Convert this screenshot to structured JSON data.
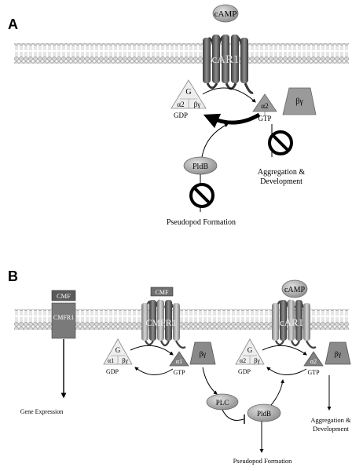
{
  "panel_a": {
    "letter": "A",
    "camp": "cAMP",
    "car1": "cAR1",
    "g": "G",
    "alpha2": "α2",
    "betagamma": "βγ",
    "gdp": "GDP",
    "gtp": "GTP",
    "alpha2_active": "α2",
    "betagamma_free": "βγ",
    "pldb": "PldB",
    "pseudopod": "Pseudopod Formation",
    "aggregation_1": "Aggregation &",
    "aggregation_2": "Development"
  },
  "panel_b": {
    "letter": "B",
    "cmf_left": "CMF",
    "cmfr1_left": "CMFR1",
    "cmf_mid": "CMF",
    "cmfr1_mid": "CMFR1",
    "gene_expression": "Gene Expression",
    "g1": "G",
    "alpha1": "α1",
    "betagamma1": "βγ",
    "gdp1": "GDP",
    "alpha1_active": "α1",
    "gtp1": "GTP",
    "betagamma1_free": "βγ",
    "camp": "cAMP",
    "car1": "cAR1",
    "g2": "G",
    "alpha2": "α2",
    "betagamma2": "βγ",
    "gdp2": "GDP",
    "alpha2_active": "α2",
    "gtp2": "GTP",
    "betagamma2_free": "βγ",
    "plc": "PLC",
    "pldb": "PldB",
    "pseudopod": "Pseudopod Formation",
    "aggregation_1": "Aggregation &",
    "aggregation_2": "Development"
  },
  "colors": {
    "membrane": "#b9b9b9",
    "lipid_edge": "#8a8a8a",
    "receptor_dark": "#4a4a4a",
    "receptor_mid": "#8c8c8c",
    "receptor_light": "#c9c9c9",
    "g_light": "#eeeeee",
    "g_mid": "#9a9a9a",
    "g_dark": "#6f6f6f",
    "ellipse": "#a9a9a9",
    "arrow": "#000000"
  }
}
